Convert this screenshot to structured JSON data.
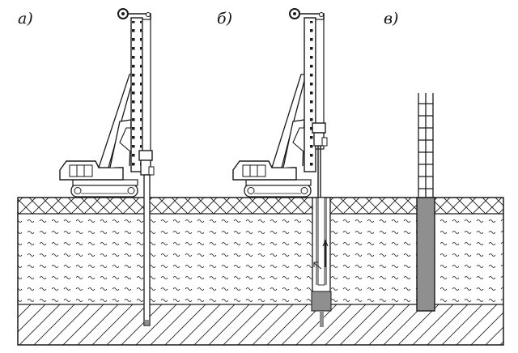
{
  "panels": [
    {
      "label": "а)"
    },
    {
      "label": "б)"
    },
    {
      "label": "в)"
    }
  ],
  "colors": {
    "line": "#1a1a1a",
    "concrete": "#8f8f8f",
    "rebar": "#ffffff",
    "background": "#ffffff"
  },
  "legend_layers": [
    "fill-top-crosshatch",
    "wavy-water-saturated-soil",
    "diagonal-hatch-bearing-soil"
  ]
}
